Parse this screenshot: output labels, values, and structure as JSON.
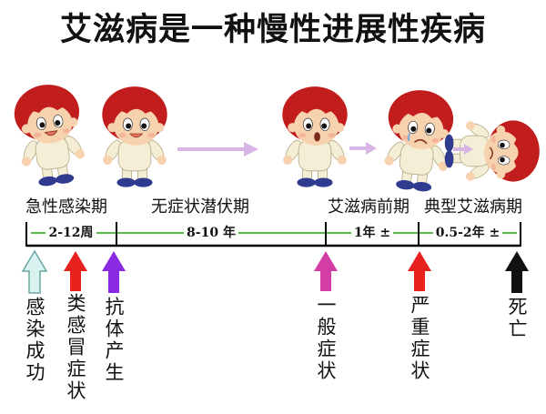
{
  "title": "艾滋病是一种慢性进展性疾病",
  "phases": [
    {
      "label": "急性感染期"
    },
    {
      "label": "无症状潜伏期"
    },
    {
      "label": "艾滋病前期"
    },
    {
      "label": "典型艾滋病期"
    }
  ],
  "durations": [
    {
      "label": "2-12周"
    },
    {
      "label": "8-10 年"
    },
    {
      "label": "1年 ±"
    },
    {
      "label": "0.5-2年 ±"
    }
  ],
  "events": [
    {
      "label": "感染成功",
      "color": "#d9f1ef"
    },
    {
      "label": "类感冒症状",
      "color": "#e8231f"
    },
    {
      "label": "抗体产生",
      "color": "#8a2be2"
    },
    {
      "label": "一般症状",
      "color": "#d23ea6"
    },
    {
      "label": "严重症状",
      "color": "#e8231f"
    },
    {
      "label": "死亡",
      "color": "#111111"
    }
  ],
  "colors": {
    "timeline": "#000000",
    "duration_line": "#5ab94a",
    "hair": "#c21d1d",
    "progress_arrow": "#d7b6e5"
  },
  "icons": {
    "figures": "cartoon-child-icon",
    "progress": "progress-arrow-icon",
    "event": "up-arrow-icon"
  }
}
